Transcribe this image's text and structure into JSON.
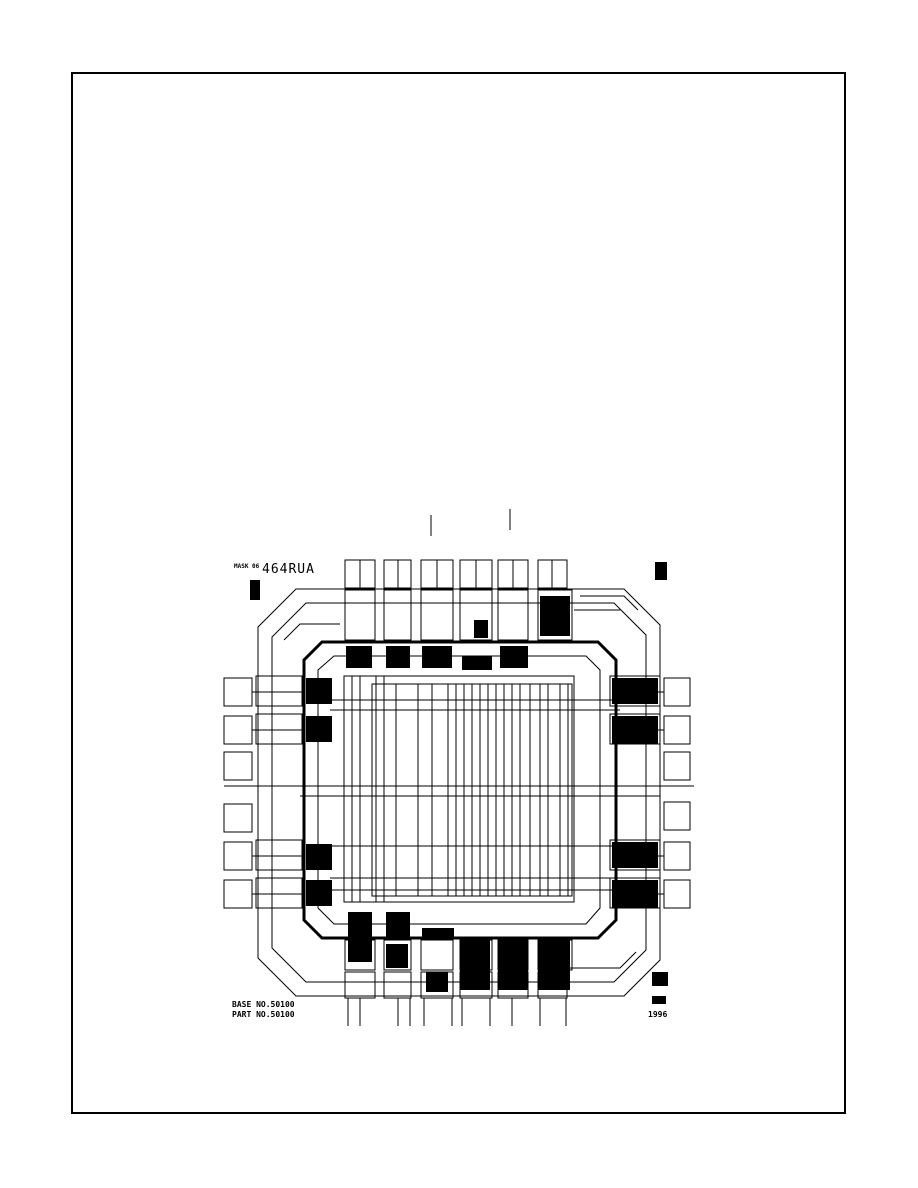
{
  "diagram": {
    "die_title": "464RUA",
    "mask_label": "MASK 06",
    "base_no": "BASE NO.50100",
    "part_no": "PART NO.50100",
    "year": "1996"
  },
  "colors": {
    "ink": "#000000",
    "paper": "#ffffff"
  }
}
